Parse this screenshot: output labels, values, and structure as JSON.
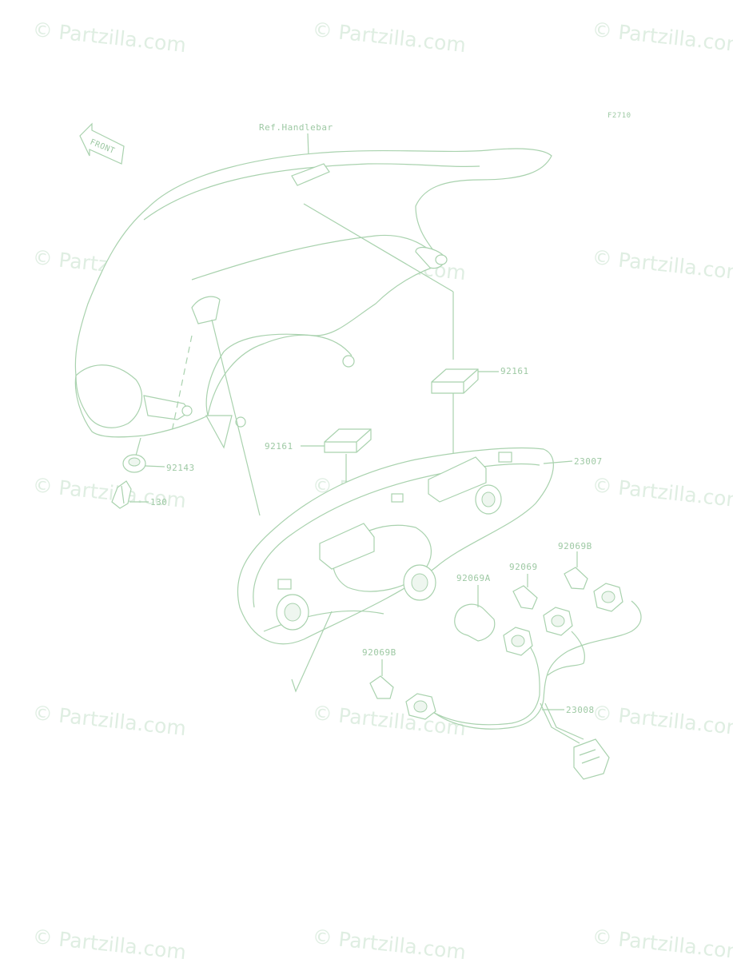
{
  "watermark": {
    "text": "© Partzilla.com",
    "color": "#dfeee2"
  },
  "figure_code": "F2710",
  "reference_label": "Ref.Handlebar",
  "front_arrow_label": "FRONT",
  "part_labels": {
    "meter_cover_pad_right": "92161",
    "meter_cover_pad_left": "92161",
    "meter_assembly": "23007",
    "grommet": "92143",
    "screw": "130",
    "socket_a": "92069A",
    "socket": "92069",
    "socket_b_top": "92069B",
    "socket_b_bottom": "92069B",
    "wiring_harness": "23008"
  },
  "colors": {
    "line": "#a9d2ae",
    "label": "#9ec9a4",
    "background": "#ffffff"
  }
}
